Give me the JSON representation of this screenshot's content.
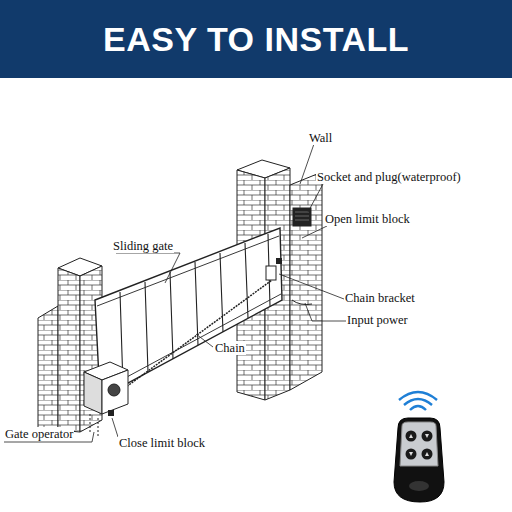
{
  "diagram": {
    "title": "EASY TO INSTALL",
    "labels": [
      "Wall",
      "Socket and plug(waterproof)",
      "Open limit block",
      "Sliding gate",
      "Chain bracket",
      "Input power",
      "Chain",
      "Gate operator",
      "Close limit block"
    ]
  }
}
